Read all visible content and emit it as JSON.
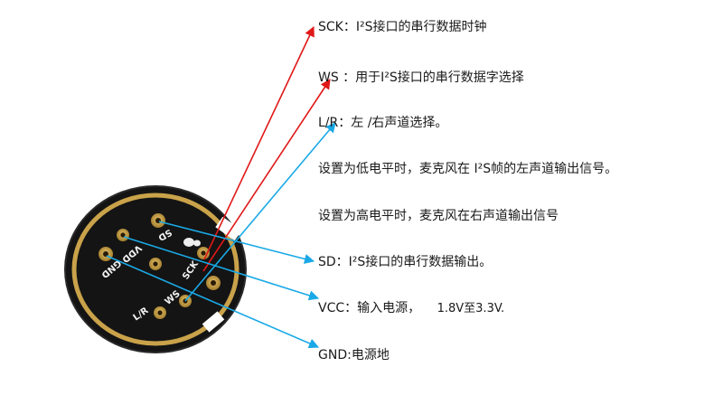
{
  "labels": {
    "sck": "SCK：I²S接口的串行数据时钟",
    "ws": "WS ：用于I²S接口的串行数据字选择",
    "lr": "L/R：左 /右声道选择。",
    "lr_low": "设置为低电平时，麦克风在  I²S帧的左声道输出信号。",
    "lr_high": "设置为高电平时，麦克风在右声道输出信号",
    "sd": "SD：I²S接口的串行数据输出。",
    "vcc_name": "VCC：输入电源，",
    "vcc_range": "1.8V至3.3V.",
    "gnd": "GND:电源地"
  },
  "silkscreen": {
    "sd": "SD",
    "vdd": "VDD",
    "gnd": "GND",
    "sck": "SCK",
    "ws": "WS",
    "lr": "L/R"
  },
  "colors": {
    "red_arrow": "#e01818",
    "blue_arrow": "#1aa9e6",
    "board": "#141414",
    "pad": "#c9a24a"
  }
}
